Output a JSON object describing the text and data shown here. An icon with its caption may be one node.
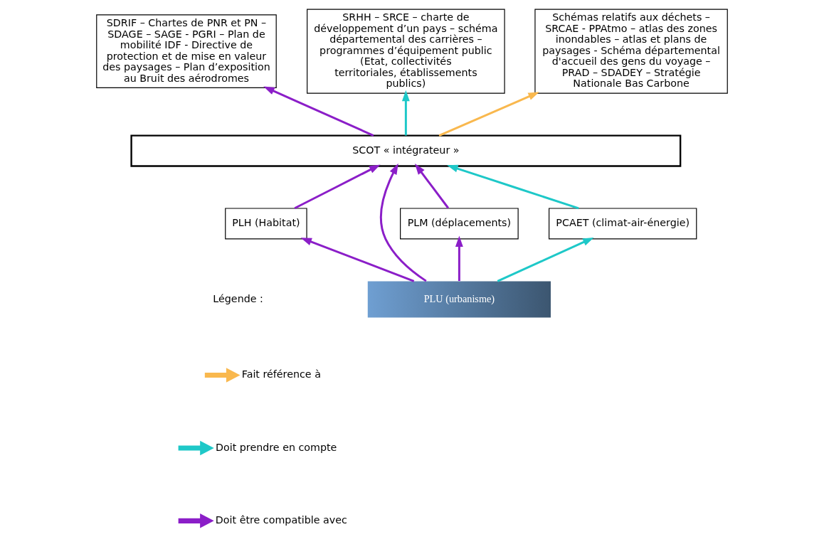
{
  "diagram": {
    "nodes": [
      {
        "text": [
          "SDRIF – Chartes de PNR et PN – SDAGE – SAGE - PGRI – Plan de mobilité IDF - Directive de protection et de mise en valeur des paysages – Plan d’exposition au Bruit des aérodromes"
        ]
      },
      {
        "text": [
          "SRHH – SRCE – charte de développement d’un pays – schéma départemental des carrières – programmes d’équipement public (Etat, collectivités territoriales, établissements publics)"
        ]
      },
      {
        "text": [
          "Schémas relatifs aux déchets – SRCAE - PPAtmo – atlas des zones inondables – atlas et plans de paysages - Schéma départemental d'accueil des gens du voyage – PRAD – SDADEY – Stratégie Nationale Bas Carbone"
        ]
      },
      {
        "text": [
          "SCOT « intégrateur »"
        ]
      },
      {
        "text": [
          "PLH (Habitat)"
        ]
      },
      {
        "text": [
          "PLM (déplacements)"
        ]
      },
      {
        "text": [
          "PCAET (climat-air-énergie)"
        ]
      },
      {
        "text": [
          "PLU (urbanisme)"
        ]
      }
    ],
    "edges": [
      {
        "from": 3,
        "to": 0,
        "arrow": "to"
      },
      {
        "from": 3,
        "to": 1,
        "arrow": "to",
        "color": "#1ec8c8"
      },
      {
        "from": 3,
        "to": 2,
        "arrow": "to",
        "color": "#f9b84e"
      },
      {
        "from": 4,
        "to": 3,
        "arrow": "to"
      },
      {
        "from": 5,
        "to": 3,
        "arrow": "to"
      },
      {
        "from": 7,
        "to": 3,
        "arrow": "to"
      },
      {
        "from": 6,
        "to": 3,
        "arrow": "to",
        "color": "#1ec8c8"
      },
      {
        "from": 7,
        "to": 4,
        "arrow": "to"
      },
      {
        "from": 7,
        "to": 5,
        "arrow": "to"
      },
      {
        "from": 7,
        "to": 6,
        "arrow": "to",
        "color": "#1ec8c8"
      }
    ],
    "labels": [
      "Légende :"
    ],
    "legend": [
      {
        "text": "Fait référence à",
        "color": "#f9b84e"
      },
      {
        "text": "Doit prendre en compte",
        "color": "#1ec8c8"
      },
      {
        "text": "Doit être compatible avec",
        "color": "#8b1ec8"
      }
    ]
  }
}
